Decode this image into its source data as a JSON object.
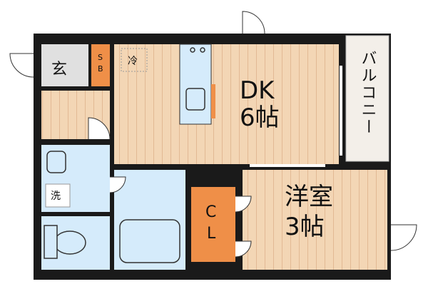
{
  "plan": {
    "dk": {
      "name": "DK",
      "size": "6帖"
    },
    "bedroom": {
      "name": "洋室",
      "size": "3帖"
    },
    "closet": {
      "line1": "C",
      "line2": "L"
    },
    "entrance": {
      "label": "玄"
    },
    "shoe_box": {
      "line1": "S",
      "line2": "B"
    },
    "fridge": {
      "label": "冷"
    },
    "washer": {
      "label": "洗"
    },
    "balcony": {
      "label": "バルコニー"
    }
  },
  "colors": {
    "wood_floor": "#f3d6b5",
    "wood_stripe": "#e2b994",
    "wet_area": "#d5ebfb",
    "entrance_tile": "#e0e0e0",
    "storage_orange": "#ef8f48",
    "balcony": "#f3efe9",
    "wall": "#1a1a1a"
  }
}
